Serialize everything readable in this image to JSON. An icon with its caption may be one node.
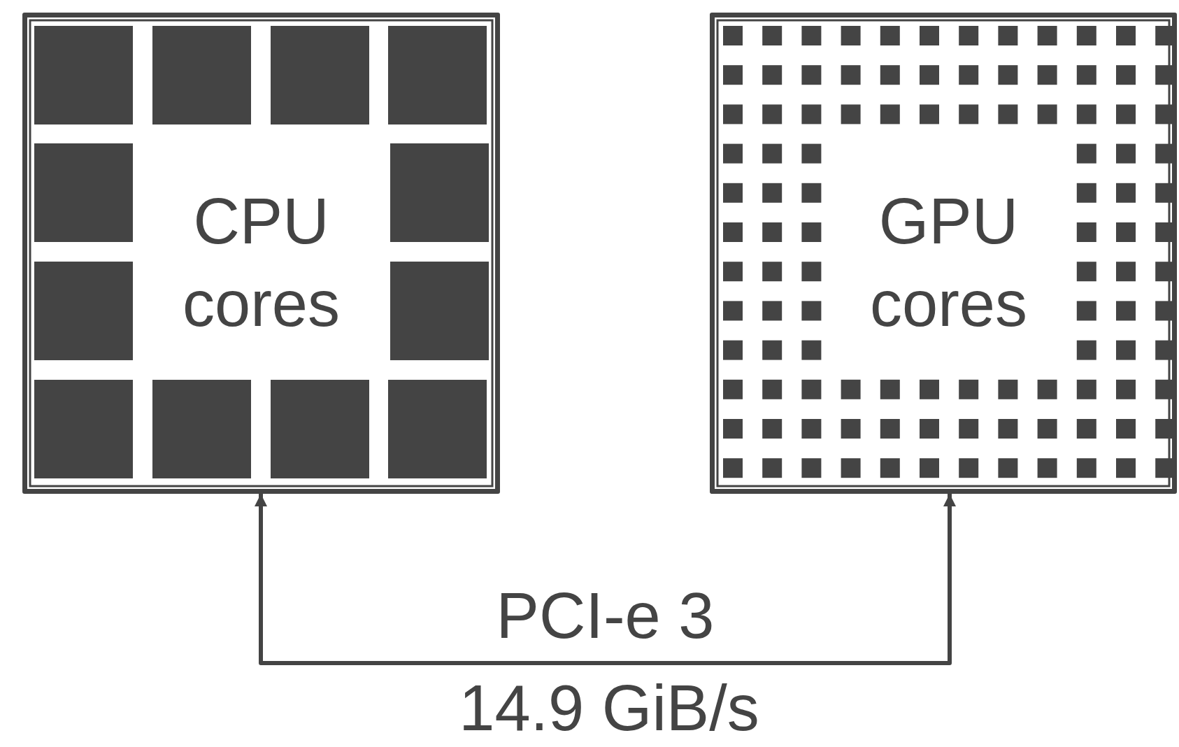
{
  "diagram": {
    "nodes": [
      {
        "text": [
          "CPU cores"
        ]
      },
      {
        "text": [
          "GPU cores"
        ]
      }
    ],
    "edges": [
      {
        "from": 0,
        "to": 1,
        "arrow": "both",
        "label": "PCI-e 3"
      }
    ],
    "labels": [
      "14.9 GiB/s"
    ]
  }
}
